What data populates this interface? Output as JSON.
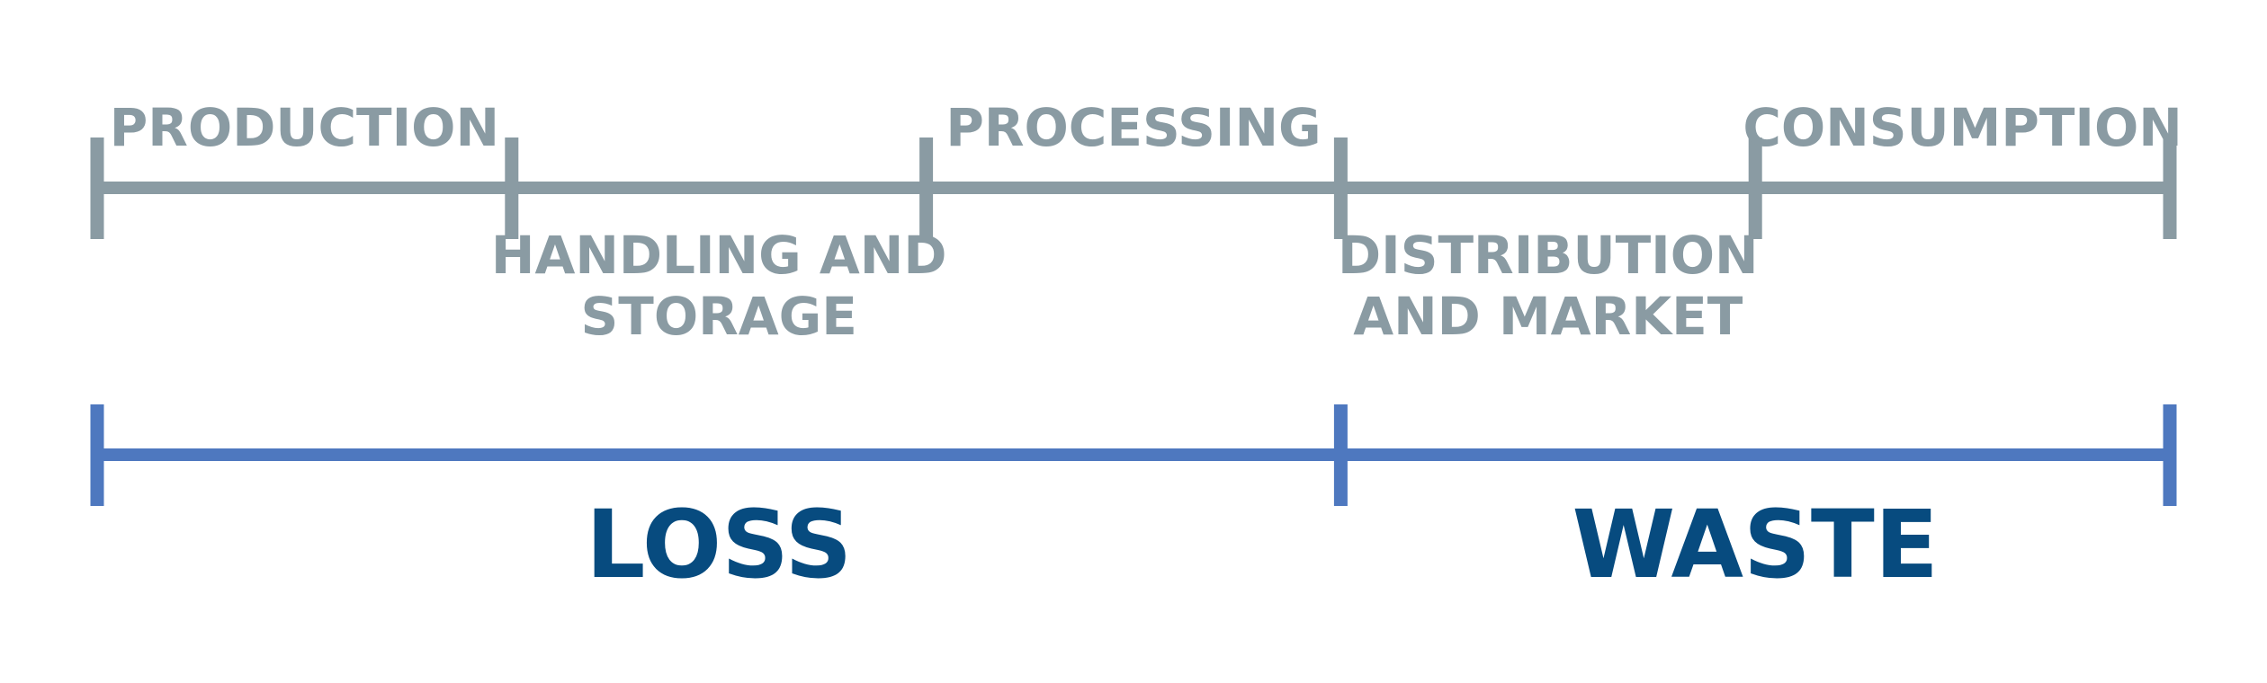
{
  "colors": {
    "stage_line": "#8a9ba3",
    "stage_text": "#8a9ba3",
    "category_line": "#4e78bf",
    "category_text": "#074b7f",
    "background": "#ffffff"
  },
  "stages": [
    {
      "label_lines": [
        "PRODUCTION"
      ]
    },
    {
      "label_lines": [
        "HANDLING AND",
        "STORAGE"
      ]
    },
    {
      "label_lines": [
        "PROCESSING"
      ]
    },
    {
      "label_lines": [
        "DISTRIBUTION",
        "AND MARKET"
      ]
    },
    {
      "label_lines": [
        "CONSUMPTION"
      ]
    }
  ],
  "categories": [
    {
      "label": "LOSS",
      "stage_span": [
        0,
        3
      ]
    },
    {
      "label": "WASTE",
      "stage_span": [
        3,
        5
      ]
    }
  ]
}
